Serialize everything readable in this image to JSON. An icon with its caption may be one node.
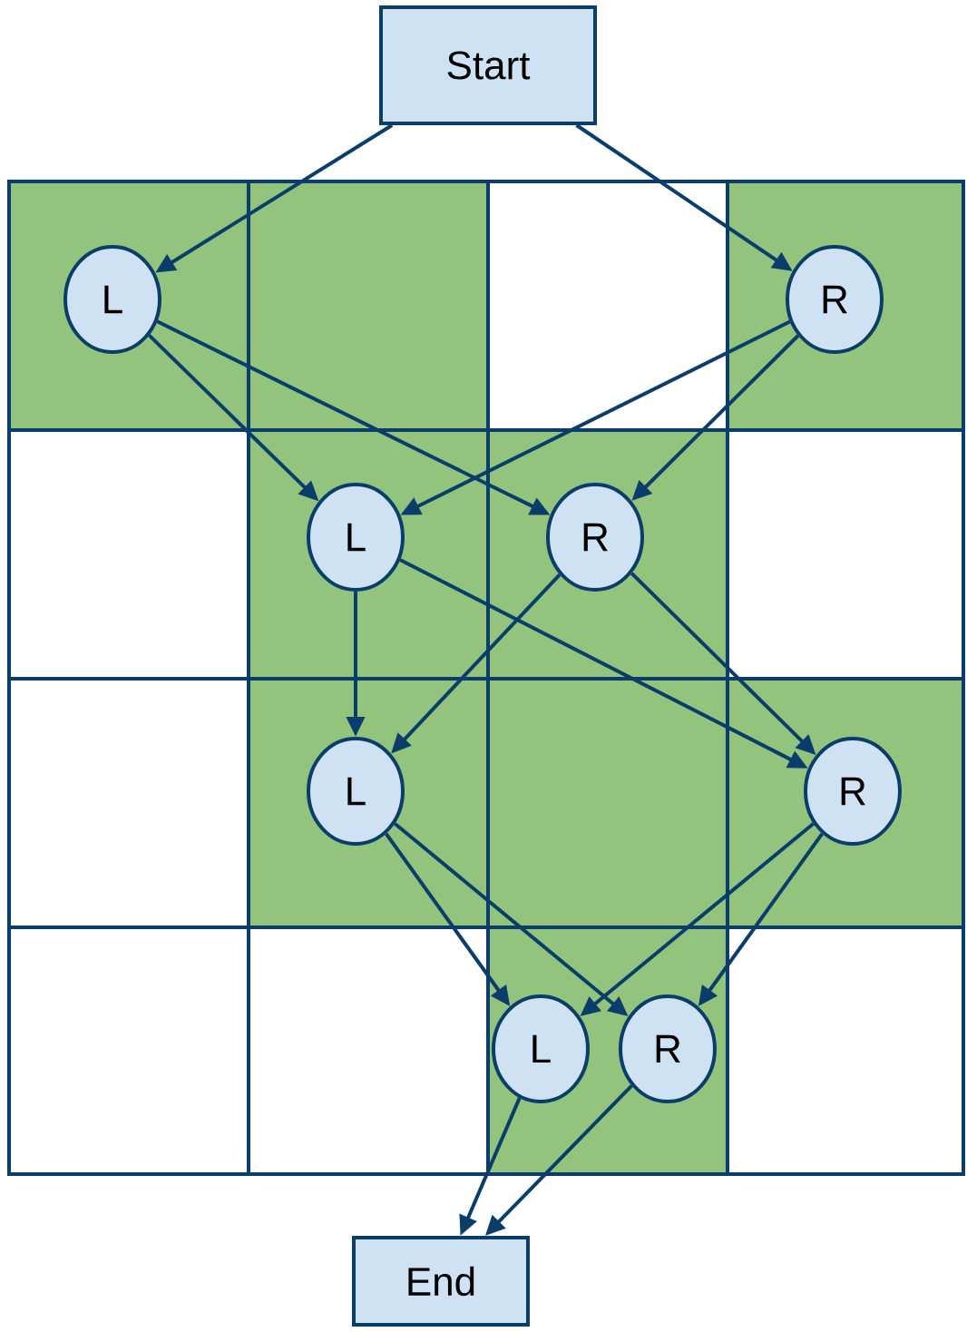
{
  "diagram": {
    "nodes": [
      {
        "text": [
          "Start"
        ]
      },
      {
        "text": [
          "L"
        ]
      },
      {
        "text": [
          "R"
        ]
      },
      {
        "text": [
          "L"
        ]
      },
      {
        "text": [
          "R"
        ]
      },
      {
        "text": [
          "L"
        ]
      },
      {
        "text": [
          "R"
        ]
      },
      {
        "text": [
          "L"
        ]
      },
      {
        "text": [
          "R"
        ]
      },
      {
        "text": [
          "End"
        ]
      }
    ],
    "edges": [
      {
        "from": 0,
        "to": 1,
        "arrow": "to"
      },
      {
        "from": 0,
        "to": 2,
        "arrow": "to"
      },
      {
        "from": 1,
        "to": 3,
        "arrow": "to"
      },
      {
        "from": 1,
        "to": 4,
        "arrow": "to"
      },
      {
        "from": 2,
        "to": 3,
        "arrow": "to"
      },
      {
        "from": 2,
        "to": 4,
        "arrow": "to"
      },
      {
        "from": 3,
        "to": 5,
        "arrow": "to"
      },
      {
        "from": 3,
        "to": 6,
        "arrow": "to"
      },
      {
        "from": 4,
        "to": 5,
        "arrow": "to"
      },
      {
        "from": 4,
        "to": 6,
        "arrow": "to"
      },
      {
        "from": 5,
        "to": 7,
        "arrow": "to"
      },
      {
        "from": 5,
        "to": 8,
        "arrow": "to"
      },
      {
        "from": 6,
        "to": 7,
        "arrow": "to"
      },
      {
        "from": 6,
        "to": 8,
        "arrow": "to"
      },
      {
        "from": 7,
        "to": 9,
        "arrow": "to"
      },
      {
        "from": 8,
        "to": 9,
        "arrow": "to"
      }
    ]
  }
}
